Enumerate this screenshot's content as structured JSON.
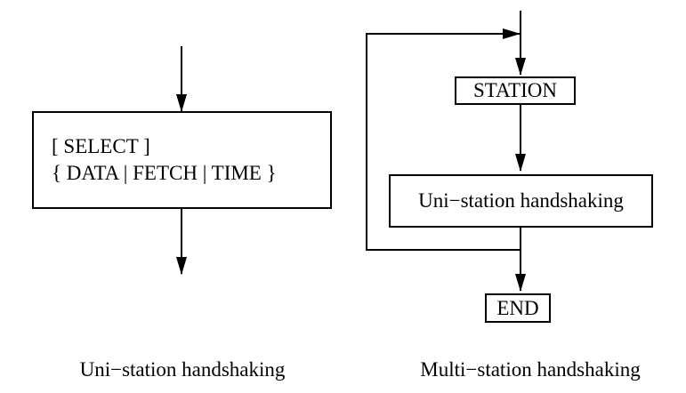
{
  "figure": {
    "background_color": "#ffffff",
    "line_color": "#000000",
    "left_flow": {
      "select_box": {
        "line1": "[ SELECT ]",
        "line2": "{ DATA | FETCH | TIME }"
      },
      "caption": "Uni−station handshaking"
    },
    "right_flow": {
      "station_label": "STATION",
      "process_label": "Uni−station handshaking",
      "end_label": "END",
      "caption": "Multi−station handshaking"
    }
  }
}
